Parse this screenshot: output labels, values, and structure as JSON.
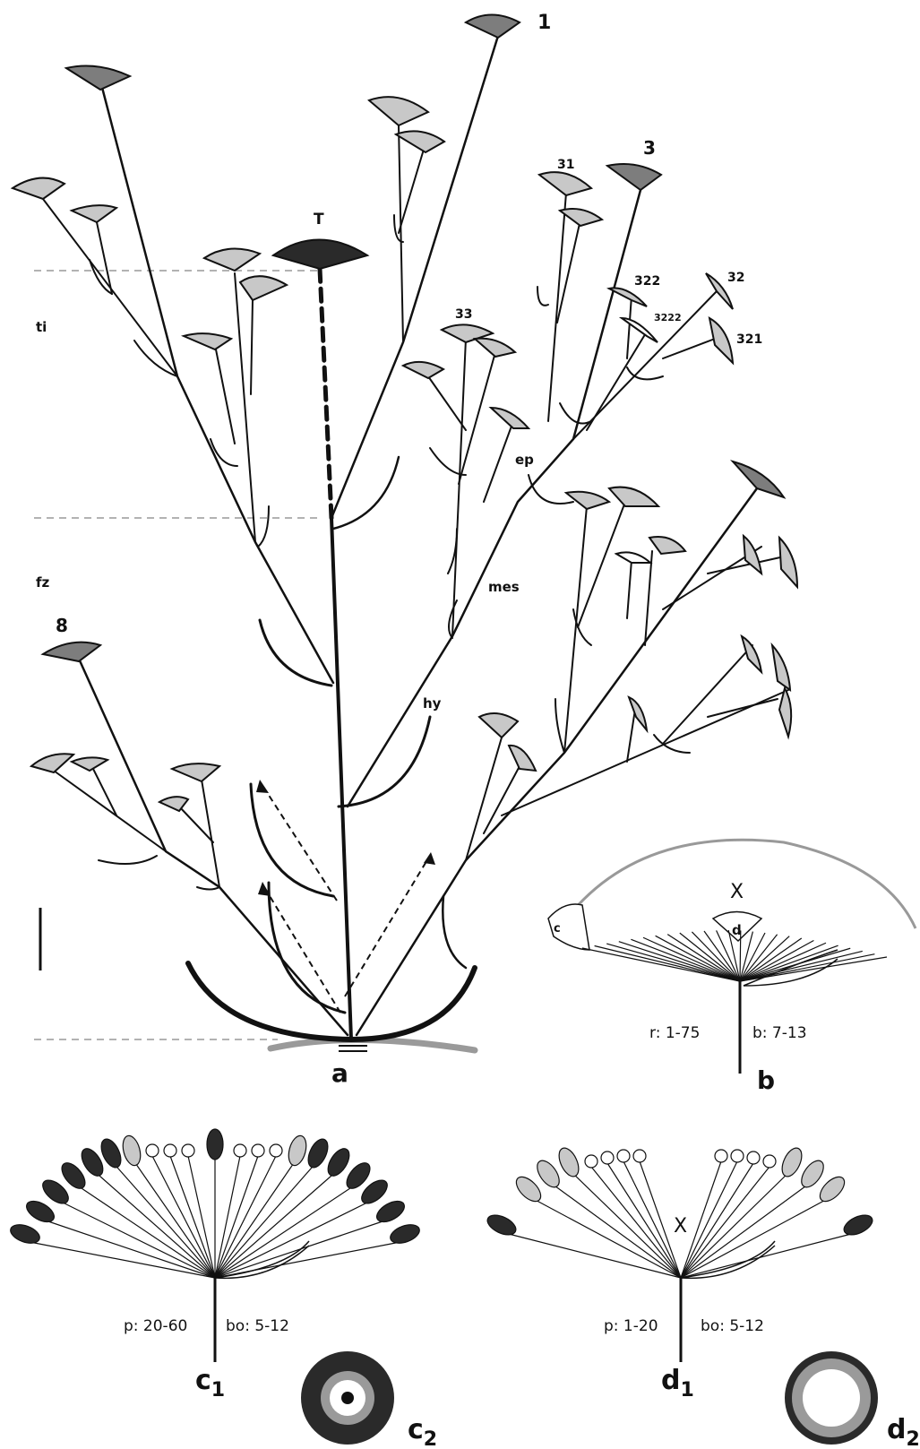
{
  "panels": {
    "a": "a",
    "b": "b",
    "c1_main": "c",
    "c1_sub": "1",
    "c2_main": "c",
    "c2_sub": "2",
    "d1_main": "d",
    "d1_sub": "1",
    "d2_main": "d",
    "d2_sub": "2"
  },
  "zones": {
    "ti": "ti",
    "fz": "fz"
  },
  "branch_labels": {
    "n1": "1",
    "n3": "3",
    "n31": "31",
    "n32": "32",
    "n321": "321",
    "n322": "322",
    "n3222": "3222",
    "n33": "33",
    "n8": "8",
    "T": "T"
  },
  "tissue_labels": {
    "ep": "ep",
    "mes": "mes",
    "hy": "hy"
  },
  "panel_b": {
    "x": "X",
    "c": "c",
    "d": "d",
    "r": "r: 1-75",
    "bcount": "b: 7-13"
  },
  "panel_c1": {
    "p": "p: 20-60",
    "bo": "bo: 5-12"
  },
  "panel_d1": {
    "x": "X",
    "p": "p: 1-20",
    "bo": "bo: 5-12"
  },
  "colors": {
    "dark_head": "#2a2a2a",
    "mid_head": "#7d7d7d",
    "light_head": "#c8c8c8",
    "white_head": "#ffffff",
    "guide_line": "#999999",
    "ground": "#9a9a9a"
  }
}
